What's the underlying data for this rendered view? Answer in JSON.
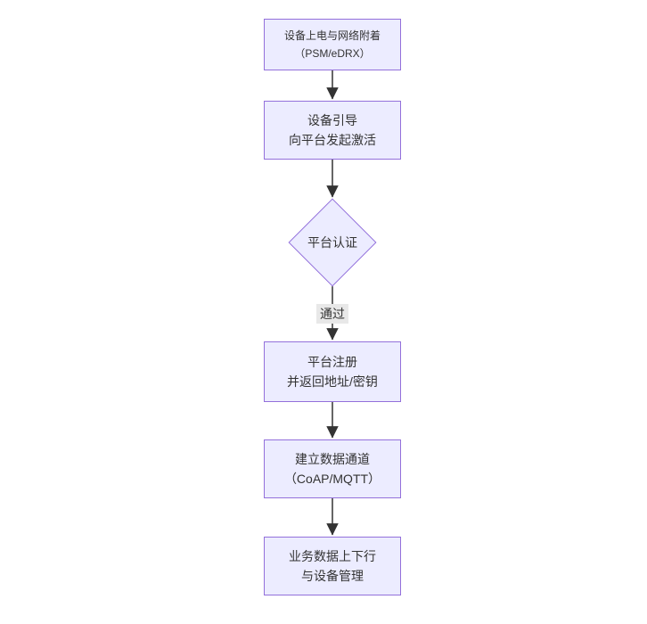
{
  "diagram": {
    "type": "flowchart",
    "direction": "top-down",
    "palette": {
      "node_fill": "#ECECFF",
      "node_border": "#9370DB",
      "text_color": "#333333",
      "edge_color": "#333333",
      "edge_label_bg": "#E8E8E8",
      "background": "#FFFFFF"
    },
    "nodes": [
      {
        "id": "A",
        "shape": "rect",
        "lines": [
          "设备上电与网络附着",
          "（PSM/eDRX）"
        ]
      },
      {
        "id": "B",
        "shape": "rect",
        "lines": [
          "设备引导",
          "向平台发起激活"
        ]
      },
      {
        "id": "C",
        "shape": "diamond",
        "lines": [
          "平台认证"
        ]
      },
      {
        "id": "D",
        "shape": "rect",
        "lines": [
          "平台注册",
          "并返回地址/密钥"
        ]
      },
      {
        "id": "E",
        "shape": "rect",
        "lines": [
          "建立数据通道",
          "（CoAP/MQTT）"
        ]
      },
      {
        "id": "F",
        "shape": "rect",
        "lines": [
          "业务数据上下行",
          "与设备管理"
        ]
      }
    ],
    "edges": [
      {
        "from": "A",
        "to": "B",
        "label": ""
      },
      {
        "from": "B",
        "to": "C",
        "label": ""
      },
      {
        "from": "C",
        "to": "D",
        "label": "通过"
      },
      {
        "from": "D",
        "to": "E",
        "label": ""
      },
      {
        "from": "E",
        "to": "F",
        "label": ""
      }
    ]
  }
}
